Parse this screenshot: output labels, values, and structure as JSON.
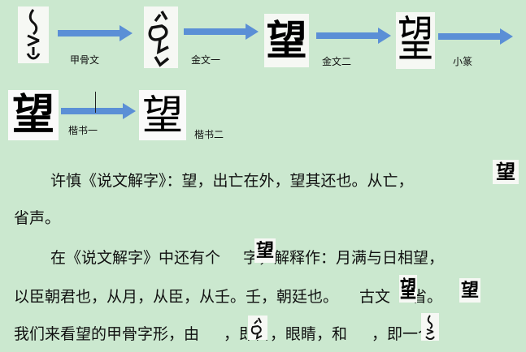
{
  "stages": [
    {
      "label": "甲骨文"
    },
    {
      "label": "金文一"
    },
    {
      "label": "金文二"
    },
    {
      "label": "小篆"
    },
    {
      "label": "楷书一"
    },
    {
      "label": "楷书二"
    }
  ],
  "glyphs": {
    "jinwen2_char": "望",
    "xiaozhuan_char": "望",
    "kaishu1_char": "望",
    "kaishu2_char": "望",
    "inline_char": "望"
  },
  "paragraph1": {
    "line1": "许慎《说文解字》：望，出亡在外，望其还也。从亡，",
    "line2": "省声。"
  },
  "paragraph2": {
    "line1_before": "在《说文解字》中还有个",
    "line1_after": "字，解释作：月满与日相望，",
    "line2_before": "以臣朝君也，从月，从臣，从壬。壬，朝廷也。",
    "line2_mid": "古文",
    "line2_after": "省。",
    "line3_a": "我们来看望的甲骨字形，由",
    "line3_b": "，即目，眼睛，和",
    "line3_c": "，即一个"
  },
  "colors": {
    "background": "#cbe8cf",
    "arrow": "#5b8fd6"
  }
}
